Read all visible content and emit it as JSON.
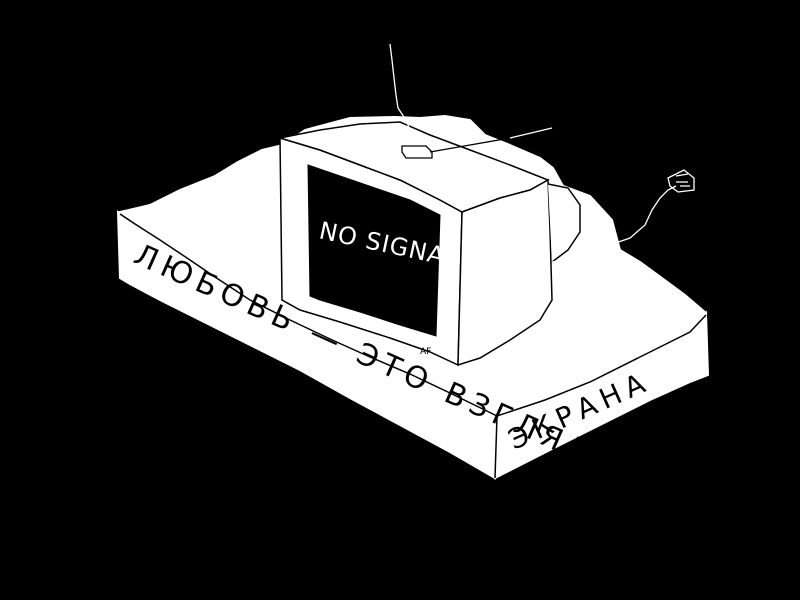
{
  "screen": {
    "message": "NO SIGNAL"
  },
  "inscription": {
    "side_text": "ЛЮБОВЬ — ЭТО ВЗГЛЯД С",
    "front_text": "ЭКРАНА"
  },
  "signature": {
    "initials": "AF"
  },
  "colors": {
    "background": "#000000",
    "foreground": "#ffffff"
  }
}
